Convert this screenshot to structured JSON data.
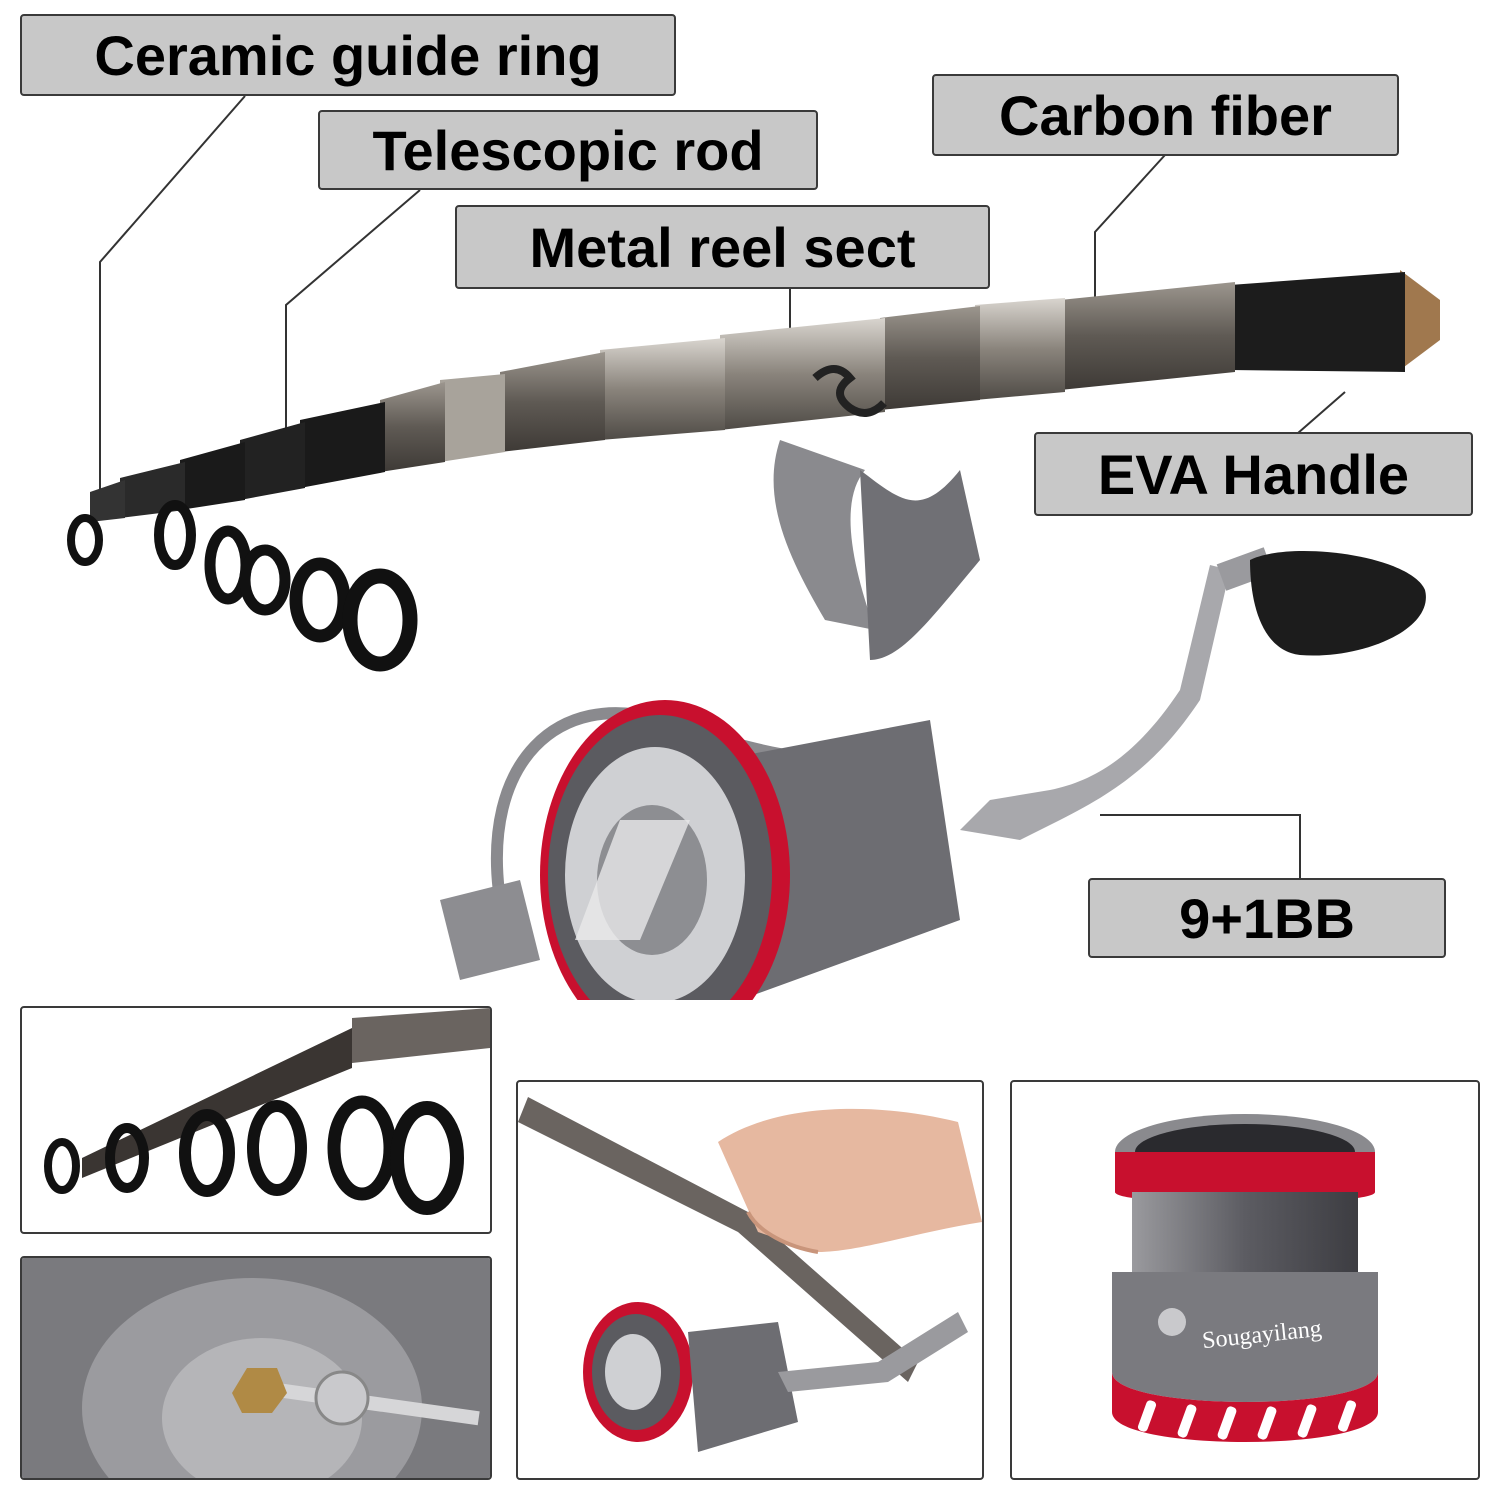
{
  "labels": {
    "ceramic": "Ceramic guide ring",
    "telescopic": "Telescopic rod",
    "carbon": "Carbon fiber",
    "metal": "Metal reel sect",
    "eva": "EVA Handle",
    "bearings": "9+1BB"
  },
  "brand": "Sougayilang",
  "colors": {
    "label_bg": "#c8c8c8",
    "accent_red": "#c8102e",
    "metal_gray": "#8a8a8a"
  }
}
